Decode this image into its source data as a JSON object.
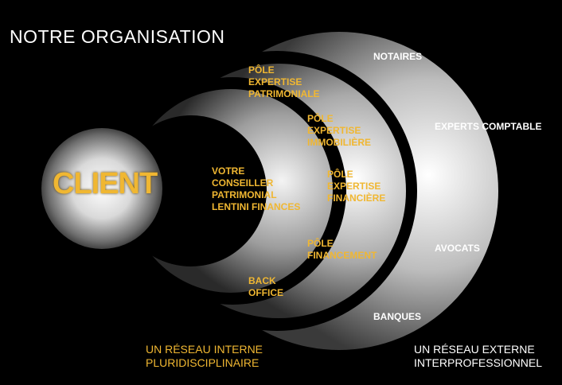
{
  "title": "NOTRE ORGANISATION",
  "center": {
    "label": "CLIENT"
  },
  "rings": {
    "inner": [
      "VOTRE",
      "CONSEILLER",
      "PATRIMONIAL",
      "LENTINI FINANCES"
    ],
    "middle": {
      "pole_patrimoniale": [
        "PÔLE",
        "EXPERTISE",
        "PATRIMONIALE"
      ],
      "pole_immobiliere": [
        "PÔLE",
        "EXPERTISE",
        "IMMOBILIÈRE"
      ],
      "pole_financiere": [
        "PÔLE",
        "EXPERTISE",
        "FINANCIÈRE"
      ],
      "pole_financement": [
        "PÔLE",
        "FINANCEMENT"
      ],
      "back_office": [
        "BACK",
        "OFFICE"
      ]
    },
    "outer": {
      "notaires": "NOTAIRES",
      "experts": "EXPERTS COMPTABLE",
      "avocats": "AVOCATS",
      "banques": "BANQUES"
    }
  },
  "captions": {
    "internal": [
      "UN RÉSEAU INTERNE",
      "PLURIDISCIPLINAIRE"
    ],
    "external": [
      "UN RÉSEAU EXTERNE",
      "INTERPROFESSIONNEL"
    ]
  },
  "colors": {
    "gold": "#f0b732",
    "white": "#ffffff",
    "background": "#000000"
  }
}
